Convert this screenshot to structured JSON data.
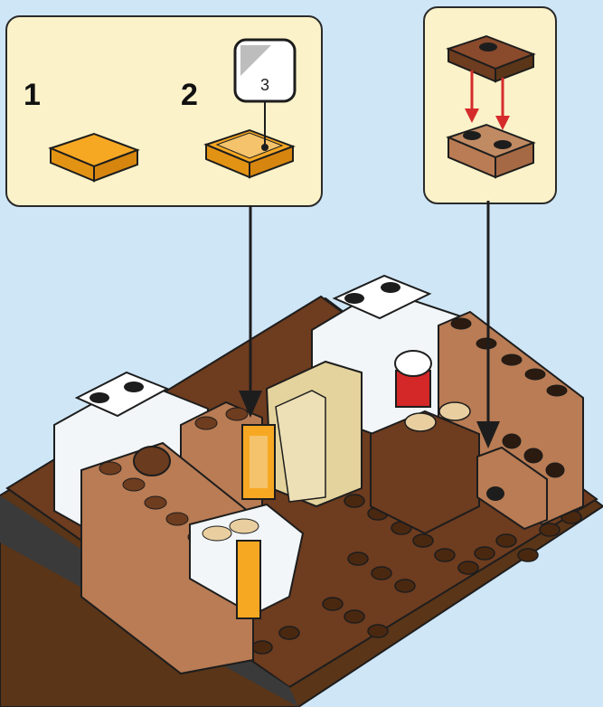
{
  "steps": [
    {
      "number": "1"
    },
    {
      "number": "2"
    }
  ],
  "sticker_sheet": {
    "page": "3"
  },
  "colors": {
    "background": "#cfe6f7",
    "callout_fill": "#fbf2c9",
    "orange_tile": "#f7a823",
    "brown_brick": "#b97c54",
    "dark_brown": "#6e3c1f",
    "tan_brick": "#e4d39c",
    "arrow_red": "#d52b2b",
    "transparent_panel": "#f2f6f8"
  }
}
